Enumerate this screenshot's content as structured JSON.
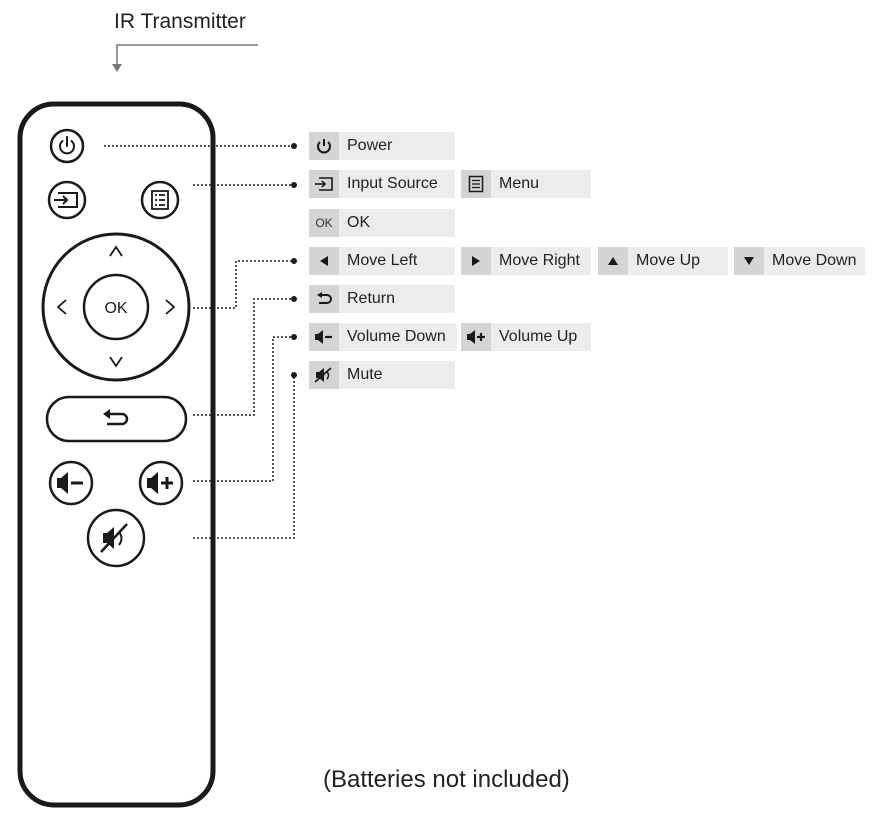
{
  "ir_transmitter_label": "IR Transmitter",
  "remote_ok_label": "OK",
  "batteries_note": "(Batteries not included)",
  "legend": {
    "power": "Power",
    "input_source": "Input Source",
    "menu": "Menu",
    "ok_icon_text": "OK",
    "ok": "OK",
    "move_left": "Move Left",
    "move_right": "Move Right",
    "move_up": "Move Up",
    "move_down": "Move Down",
    "return": "Return",
    "volume_down": "Volume Down",
    "volume_up": "Volume Up",
    "mute": "Mute"
  },
  "colors": {
    "line": "#1a1a1a",
    "label_bg": "#ececec",
    "icon_bg": "#d4d4d4"
  }
}
